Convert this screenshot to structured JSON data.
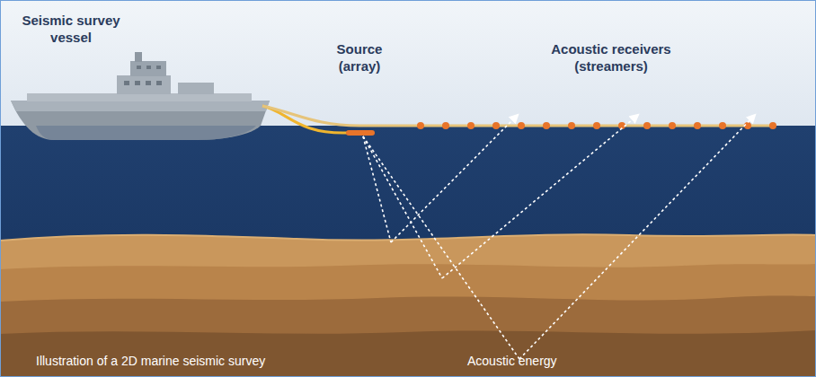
{
  "diagram": {
    "caption": "Illustration of a 2D marine seismic survey",
    "labels": [
      "Seismic survey vessel",
      "Source (array)",
      "Acoustic receivers (streamers)",
      "Acoustic energy"
    ]
  }
}
